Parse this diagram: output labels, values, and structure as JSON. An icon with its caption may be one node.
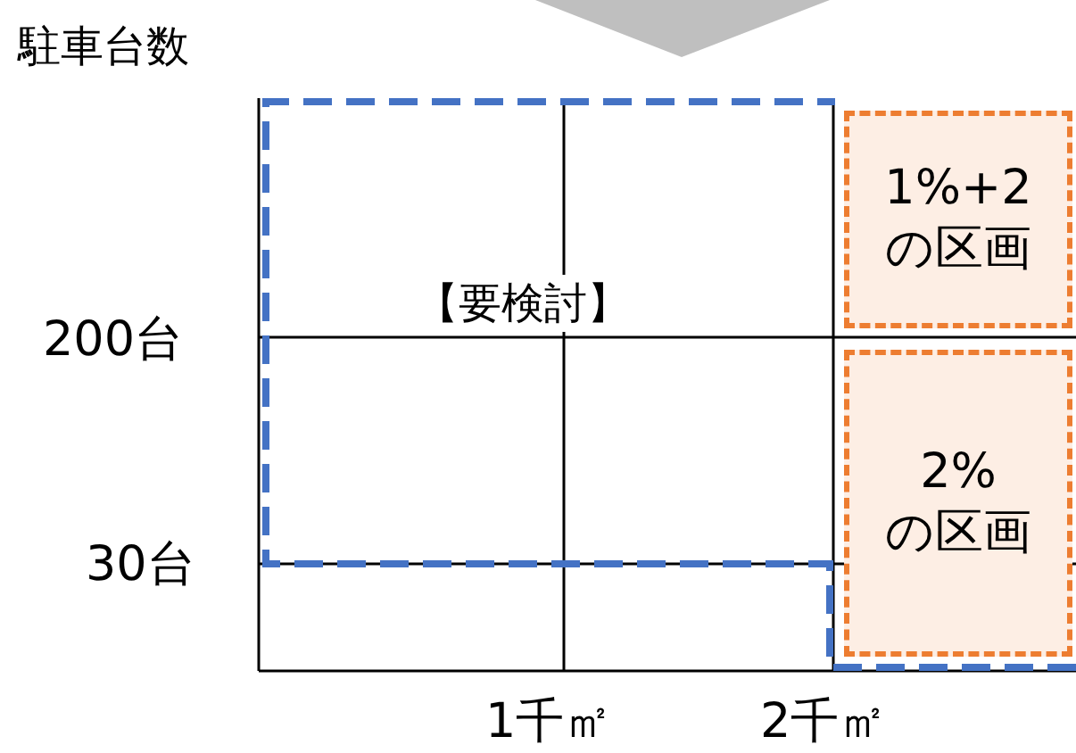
{
  "diagram": {
    "nodes": [
      {
        "text": [
          "【要検討】"
        ]
      },
      {
        "text": [
          "1%+2 の区画"
        ]
      },
      {
        "text": [
          "2% の区画"
        ]
      }
    ],
    "labels": [
      "駐車台数",
      "200台",
      "30台",
      "1千㎡",
      "2千㎡"
    ]
  }
}
